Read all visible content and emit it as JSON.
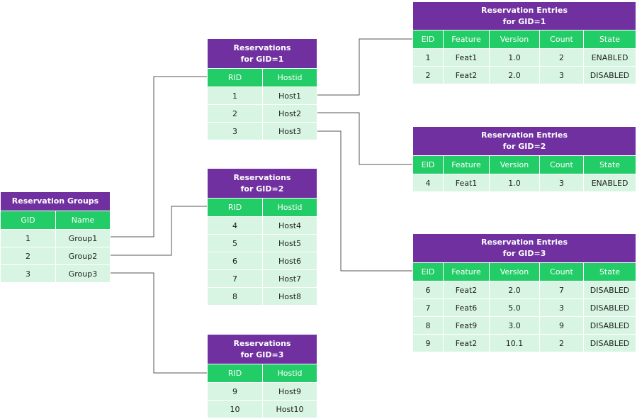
{
  "groups": {
    "title": "Reservation Groups",
    "headers": [
      "GID",
      "Name"
    ],
    "rows": [
      [
        "1",
        "Group1"
      ],
      [
        "2",
        "Group2"
      ],
      [
        "3",
        "Group3"
      ]
    ]
  },
  "reservations": [
    {
      "title_line1": "Reservations",
      "title_line2": "for GID=1",
      "headers": [
        "RID",
        "Hostid"
      ],
      "rows": [
        [
          "1",
          "Host1"
        ],
        [
          "2",
          "Host2"
        ],
        [
          "3",
          "Host3"
        ]
      ]
    },
    {
      "title_line1": "Reservations",
      "title_line2": "for GID=2",
      "headers": [
        "RID",
        "Hostid"
      ],
      "rows": [
        [
          "4",
          "Host4"
        ],
        [
          "5",
          "Host5"
        ],
        [
          "6",
          "Host6"
        ],
        [
          "7",
          "Host7"
        ],
        [
          "8",
          "Host8"
        ]
      ]
    },
    {
      "title_line1": "Reservations",
      "title_line2": "for GID=3",
      "headers": [
        "RID",
        "Hostid"
      ],
      "rows": [
        [
          "9",
          "Host9"
        ],
        [
          "10",
          "Host10"
        ]
      ]
    }
  ],
  "entries": [
    {
      "title_line1": "Reservation Entries",
      "title_line2": "for GID=1",
      "headers": [
        "EID",
        "Feature",
        "Version",
        "Count",
        "State"
      ],
      "rows": [
        [
          "1",
          "Feat1",
          "1.0",
          "2",
          "ENABLED"
        ],
        [
          "2",
          "Feat2",
          "2.0",
          "3",
          "DISABLED"
        ]
      ]
    },
    {
      "title_line1": "Reservation Entries",
      "title_line2": "for GID=2",
      "headers": [
        "EID",
        "Feature",
        "Version",
        "Count",
        "State"
      ],
      "rows": [
        [
          "4",
          "Feat1",
          "1.0",
          "3",
          "ENABLED"
        ]
      ]
    },
    {
      "title_line1": "Reservation Entries",
      "title_line2": "for GID=3",
      "headers": [
        "EID",
        "Feature",
        "Version",
        "Count",
        "State"
      ],
      "rows": [
        [
          "6",
          "Feat2",
          "2.0",
          "7",
          "DISABLED"
        ],
        [
          "7",
          "Feat6",
          "5.0",
          "3",
          "DISABLED"
        ],
        [
          "8",
          "Feat9",
          "3.0",
          "9",
          "DISABLED"
        ],
        [
          "9",
          "Feat2",
          "10.1",
          "2",
          "DISABLED"
        ]
      ]
    }
  ],
  "colors": {
    "title_bg": "#7030a0",
    "header_bg": "#22cc66",
    "cell_bg": "#d8f5e3",
    "connector": "#555555"
  }
}
